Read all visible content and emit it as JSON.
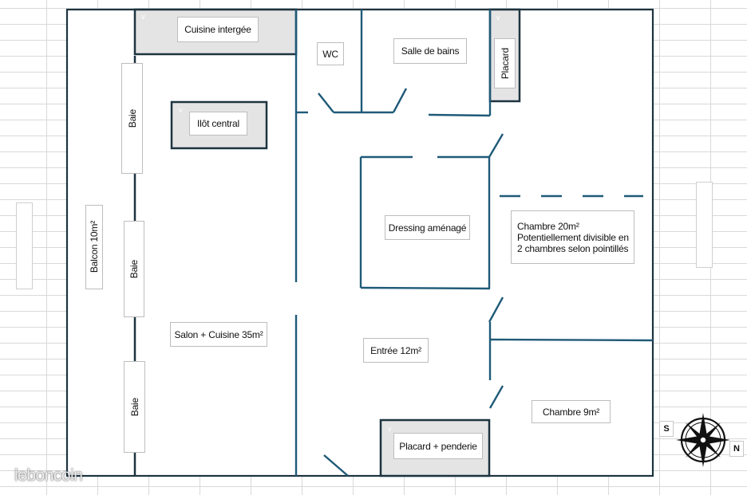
{
  "rooms": {
    "cuisine": "Cuisine intergée",
    "wc": "WC",
    "salle_de_bains": "Salle de bains",
    "placard_top": "Placard",
    "ilot": "Ilôt central",
    "dressing": "Dressing aménagé",
    "chambre20_line1": "Chambre 20m²",
    "chambre20_line2": "Potentiellement divisible en",
    "chambre20_line3": "2 chambres selon pointillés",
    "salon": "Salon + Cuisine 35m²",
    "entree": "Entrée 12m²",
    "chambre9": "Chambre 9m²",
    "placard_penderie": "Placard + penderie",
    "balcon": "Balcon 10m²",
    "baie": "Baie"
  },
  "compass": {
    "south": "S",
    "north": "N"
  },
  "watermark": "leboncoin",
  "colors": {
    "wall": "#1f5a78",
    "outer_wall": "#1d3440",
    "fixture_fill": "#e4e4e4",
    "grid": "#d9d9d9"
  },
  "icons": [
    "compass-rose-icon"
  ]
}
